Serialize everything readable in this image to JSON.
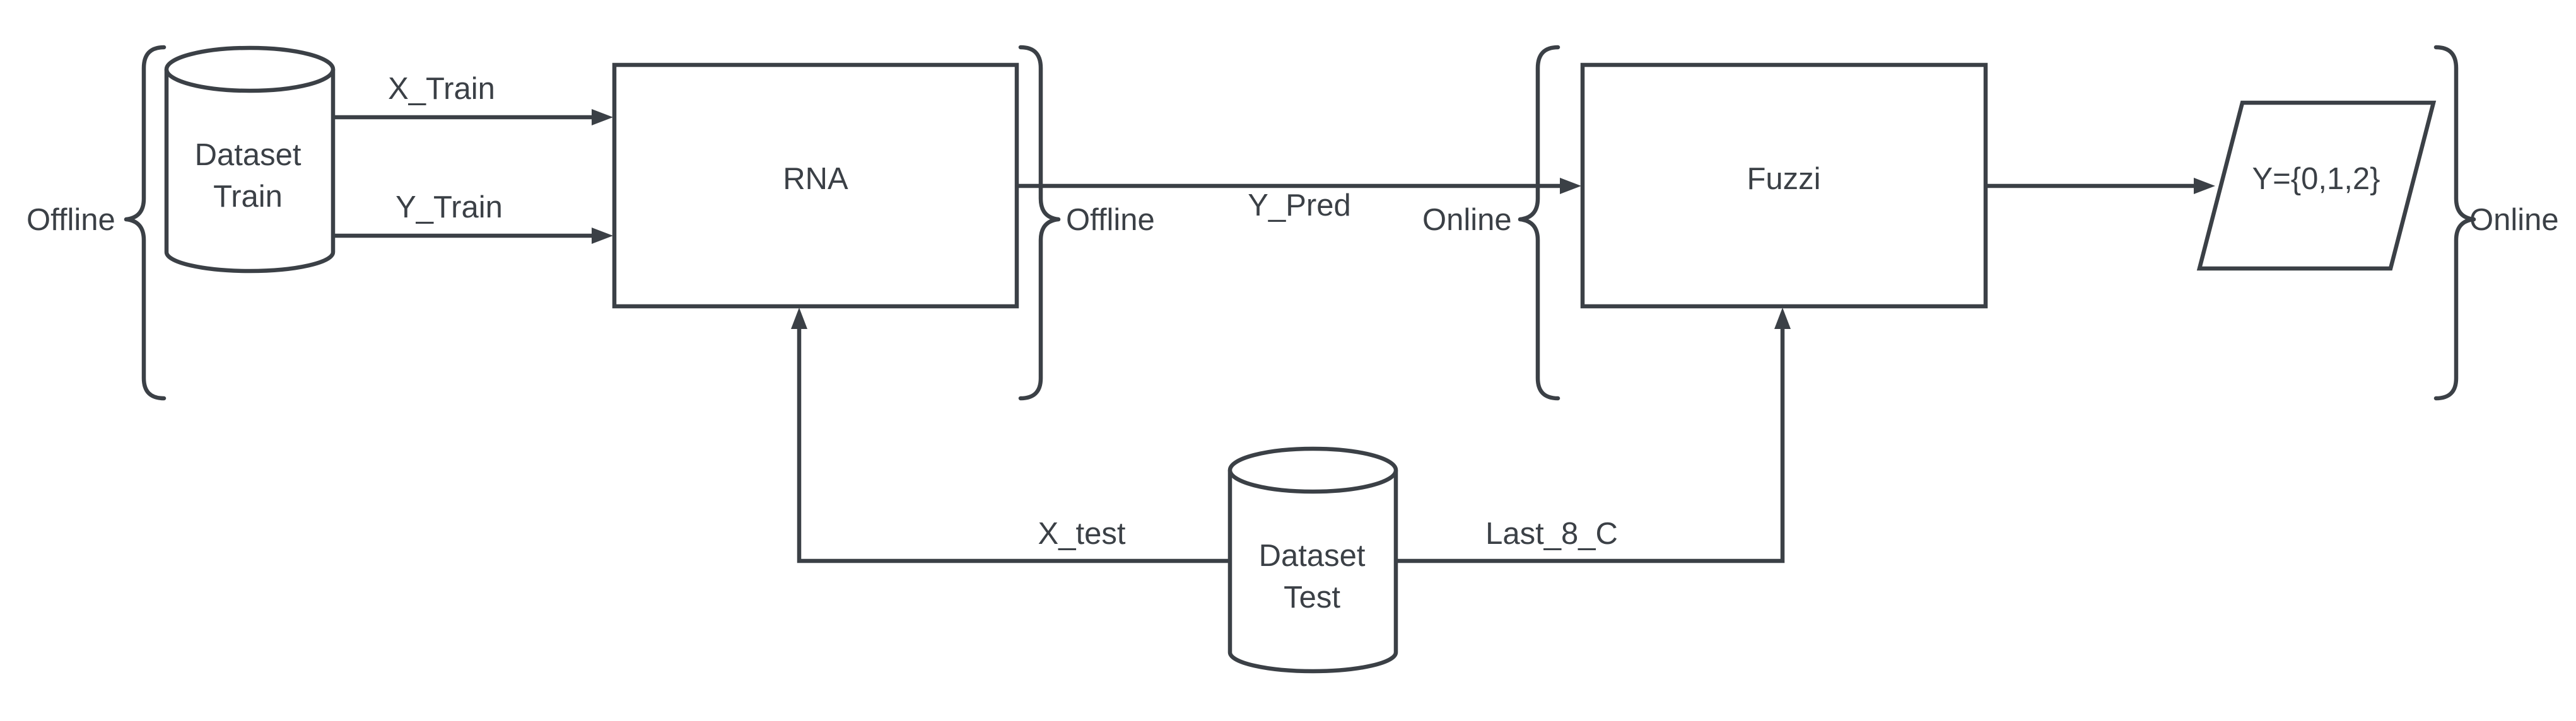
{
  "nodes": {
    "dataset_train": {
      "line1": "Dataset",
      "line2": "Train"
    },
    "rna": "RNA",
    "fuzzi": "Fuzzi",
    "output": "Y={0,1,2}",
    "dataset_test": {
      "line1": "Dataset",
      "line2": "Test"
    }
  },
  "edges": {
    "x_train": "X_Train",
    "y_train": "Y_Train",
    "y_pred": "Y_Pred",
    "x_test": "X_test",
    "last_8_c": "Last_8_C"
  },
  "braces": {
    "left": "Offline",
    "rna_right": "Offline",
    "fuzzi_left": "Online",
    "output_right": "Online"
  },
  "colors": {
    "stroke": "#3b4046",
    "background": "#ffffff"
  }
}
